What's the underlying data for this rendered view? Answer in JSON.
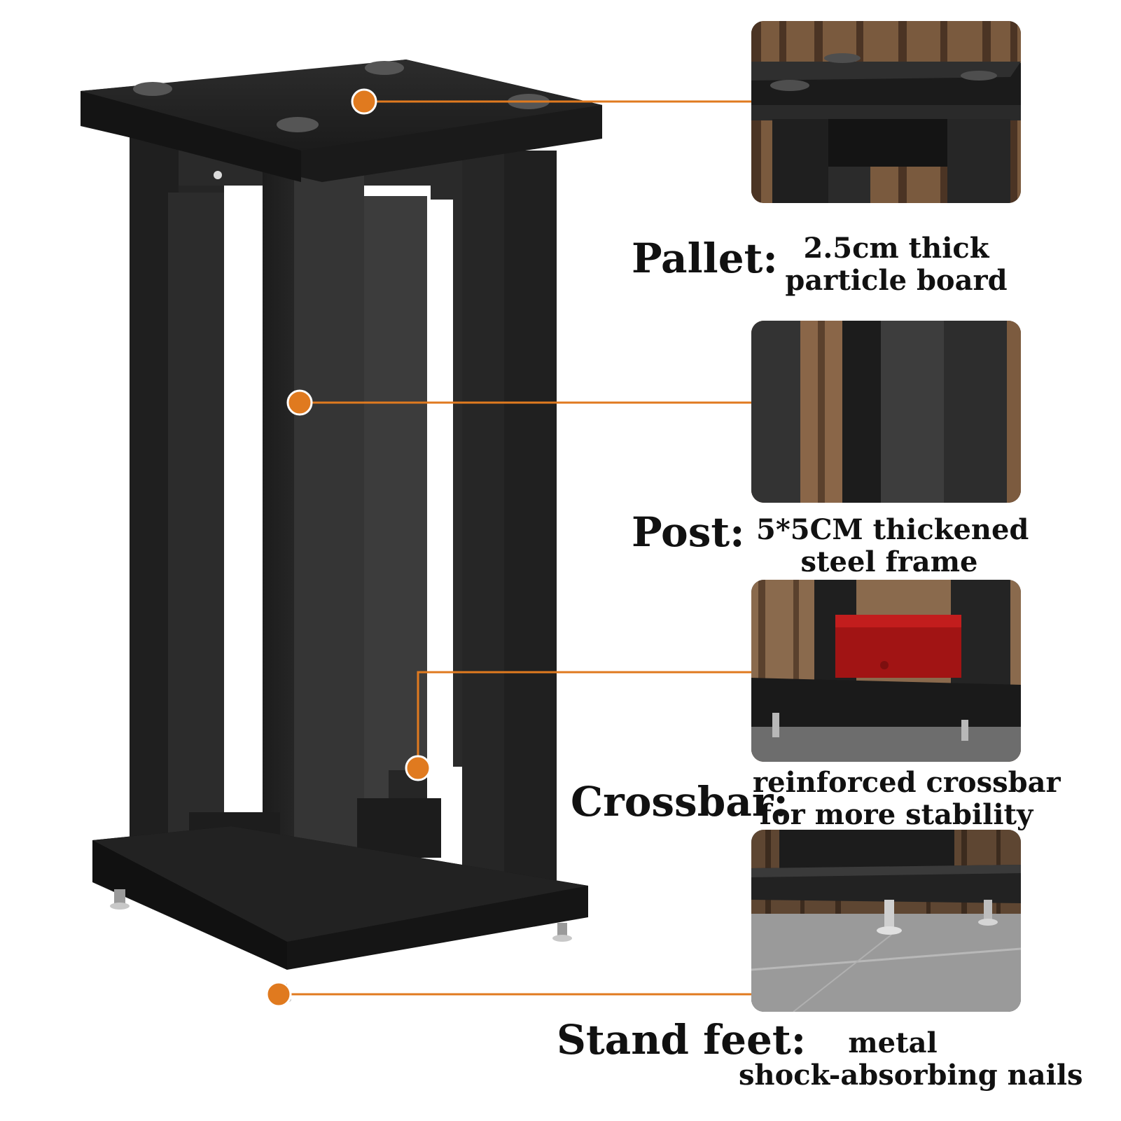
{
  "accent_color": "#E07A1F",
  "frame_color": "#2b2b2b",
  "callouts": [
    {
      "label": "Pallet:",
      "description_lines": [
        "2.5cm thick",
        "particle board"
      ],
      "photo": "pallet-closeup"
    },
    {
      "label": "Post:",
      "description_lines": [
        "5*5CM thickened",
        "steel frame"
      ],
      "photo": "post-closeup"
    },
    {
      "label": "Crossbar:",
      "description_lines": [
        "reinforced crossbar",
        "for more stability"
      ],
      "photo": "crossbar-closeup"
    },
    {
      "label": "Stand feet:",
      "description_lines": [
        "metal",
        "shock-absorbing nails"
      ],
      "photo": "feet-closeup"
    }
  ]
}
